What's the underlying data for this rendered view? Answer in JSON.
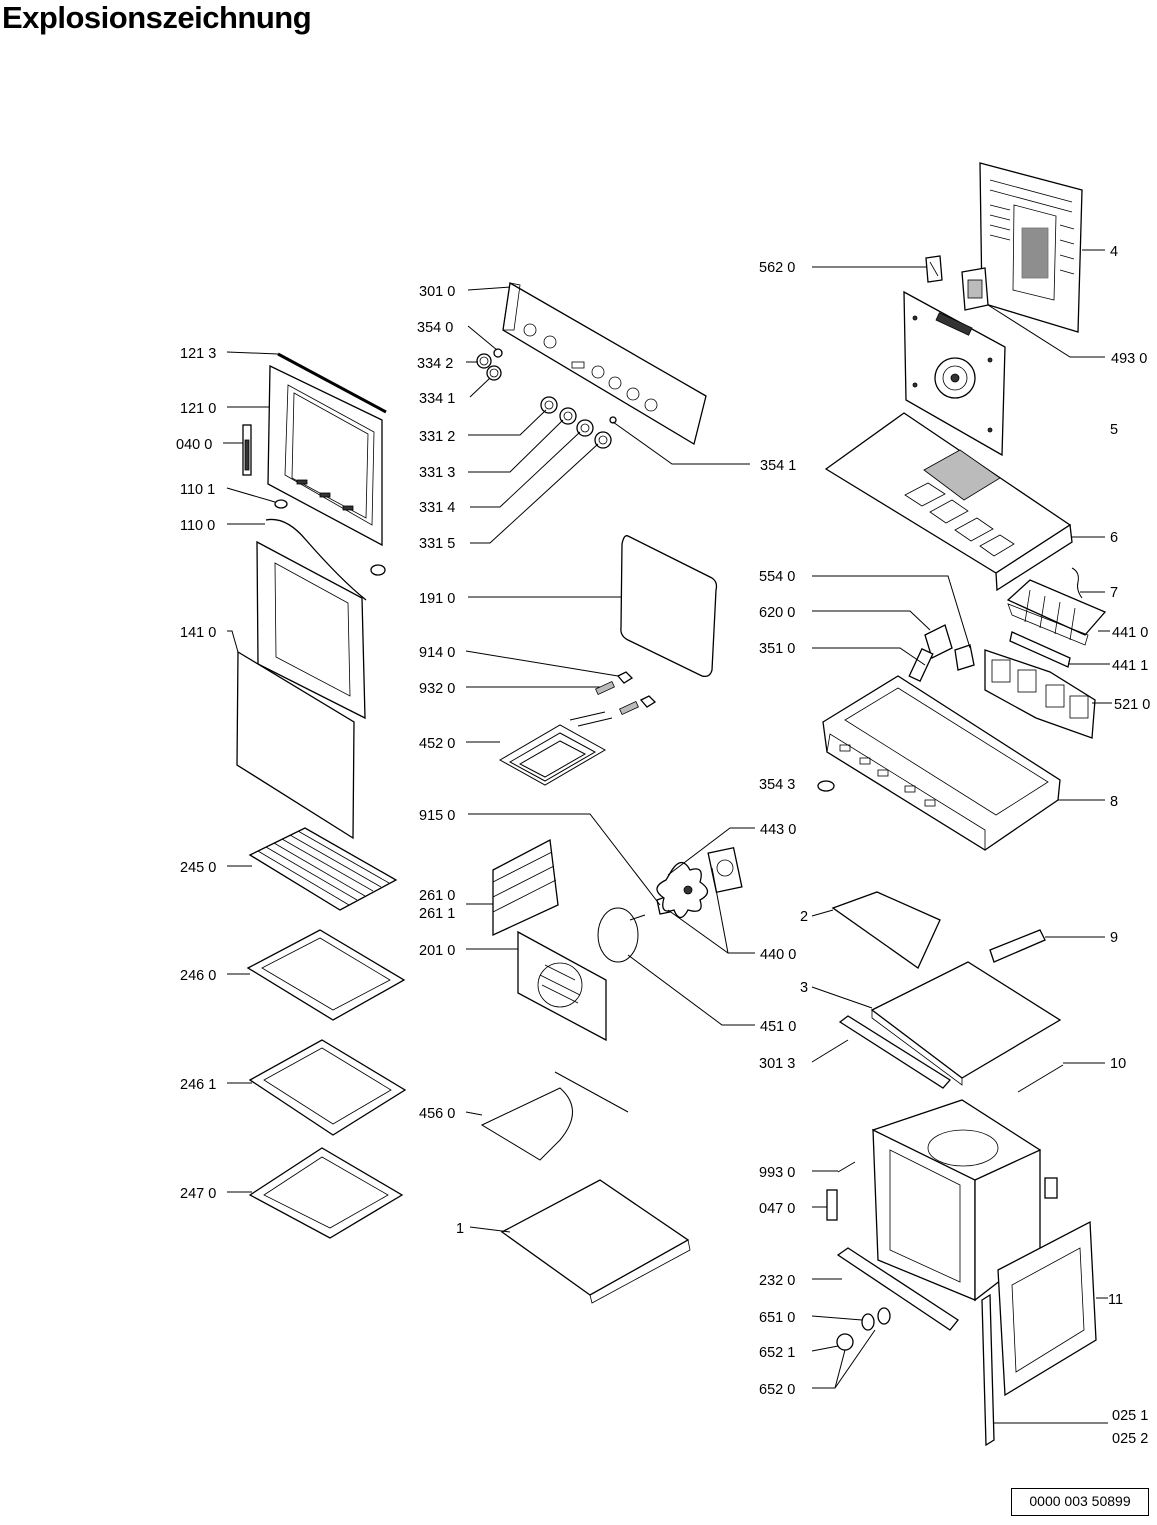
{
  "title": "Explosionszeichnung",
  "document_number": "0000 003 50899",
  "labels": {
    "p562_0": "562 0",
    "p4": "4",
    "p301_0": "301 0",
    "p493_0": "493 0",
    "p121_3": "121 3",
    "p354_0": "354 0",
    "p334_2": "334 2",
    "p334_1": "334 1",
    "p121_0": "121 0",
    "p331_2": "331 2",
    "p5": "5",
    "p040_0": "040 0",
    "p331_3": "331 3",
    "p354_1": "354 1",
    "p110_1": "110 1",
    "p331_4": "331 4",
    "p110_0": "110 0",
    "p331_5": "331 5",
    "p6": "6",
    "p554_0": "554 0",
    "p7": "7",
    "p191_0": "191 0",
    "p620_0": "620 0",
    "p441_0": "441 0",
    "p141_0": "141 0",
    "p351_0": "351 0",
    "p441_1": "441 1",
    "p914_0": "914 0",
    "p932_0": "932 0",
    "p521_0": "521 0",
    "p452_0": "452 0",
    "p354_3": "354 3",
    "p8": "8",
    "p915_0": "915 0",
    "p443_0": "443 0",
    "p245_0": "245 0",
    "p261_0": "261 0",
    "p261_1": "261 1",
    "p2": "2",
    "p9": "9",
    "p201_0": "201 0",
    "p440_0": "440 0",
    "p246_0": "246 0",
    "p3": "3",
    "p451_0": "451 0",
    "p301_3": "301 3",
    "p10": "10",
    "p246_1": "246 1",
    "p456_0": "456 0",
    "p993_0": "993 0",
    "p247_0": "247 0",
    "p047_0": "047 0",
    "p1": "1",
    "p232_0": "232 0",
    "p11": "11",
    "p651_0": "651 0",
    "p652_1": "652 1",
    "p652_0": "652 0",
    "p025_1": "025 1",
    "p025_2": "025 2"
  }
}
